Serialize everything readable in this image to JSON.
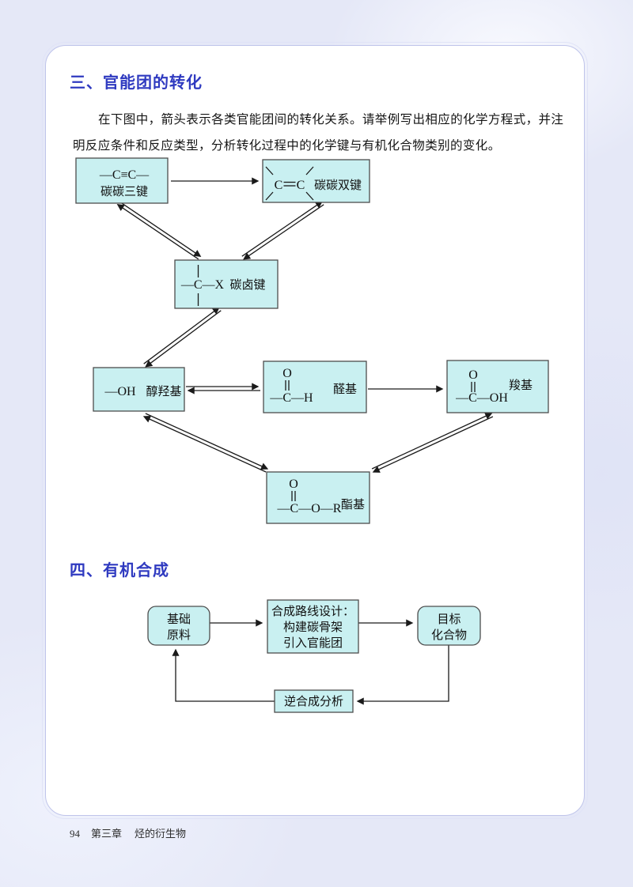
{
  "page": {
    "section3_title": "三、官能团的转化",
    "paragraph_line1": "在下图中，箭头表示各类官能团间的转化关系。请举例写出相应的化学方程式，并注",
    "paragraph_line2": "明反应条件和反应类型，分析转化过程中的化学键与有机化合物类别的变化。",
    "section4_title": "四、有机合成",
    "footer": {
      "page_number": "94",
      "chapter": "第三章",
      "chapter_title": "烃的衍生物"
    }
  },
  "colors": {
    "heading_blue": "#2f3ac0",
    "box_fill": "#c9f0f1",
    "box_border": "#4d4d4d",
    "page_background": "#e5e8f7",
    "card_background": "#ffffff",
    "card_border": "#bfc4ea",
    "text": "#141414"
  },
  "diagram1": {
    "boxes": {
      "triple_bond": {
        "formula": "—C≡C—",
        "label": "碳碳三键"
      },
      "double_bond": {
        "atom_left": "C",
        "atom_right": "C",
        "label": "碳碳双键"
      },
      "halide": {
        "formula": "—C—X",
        "label": "碳卤键"
      },
      "hydroxyl": {
        "formula": "—OH",
        "label": "醇羟基"
      },
      "aldehyde": {
        "oxygen": "O",
        "chain": "—C—H",
        "label": "醛基"
      },
      "carboxyl": {
        "oxygen": "O",
        "chain": "—C—OH",
        "label": "羧基"
      },
      "ester": {
        "oxygen": "O",
        "chain": "—C—O—R",
        "label": "酯基"
      }
    }
  },
  "diagram2": {
    "base_material": {
      "line1": "基础",
      "line2": "原料"
    },
    "design": {
      "line1": "合成路线设计：",
      "line2": "构建碳骨架",
      "line3": "引入官能团"
    },
    "target": {
      "line1": "目标",
      "line2": "化合物"
    },
    "retro": {
      "label": "逆合成分析"
    }
  }
}
